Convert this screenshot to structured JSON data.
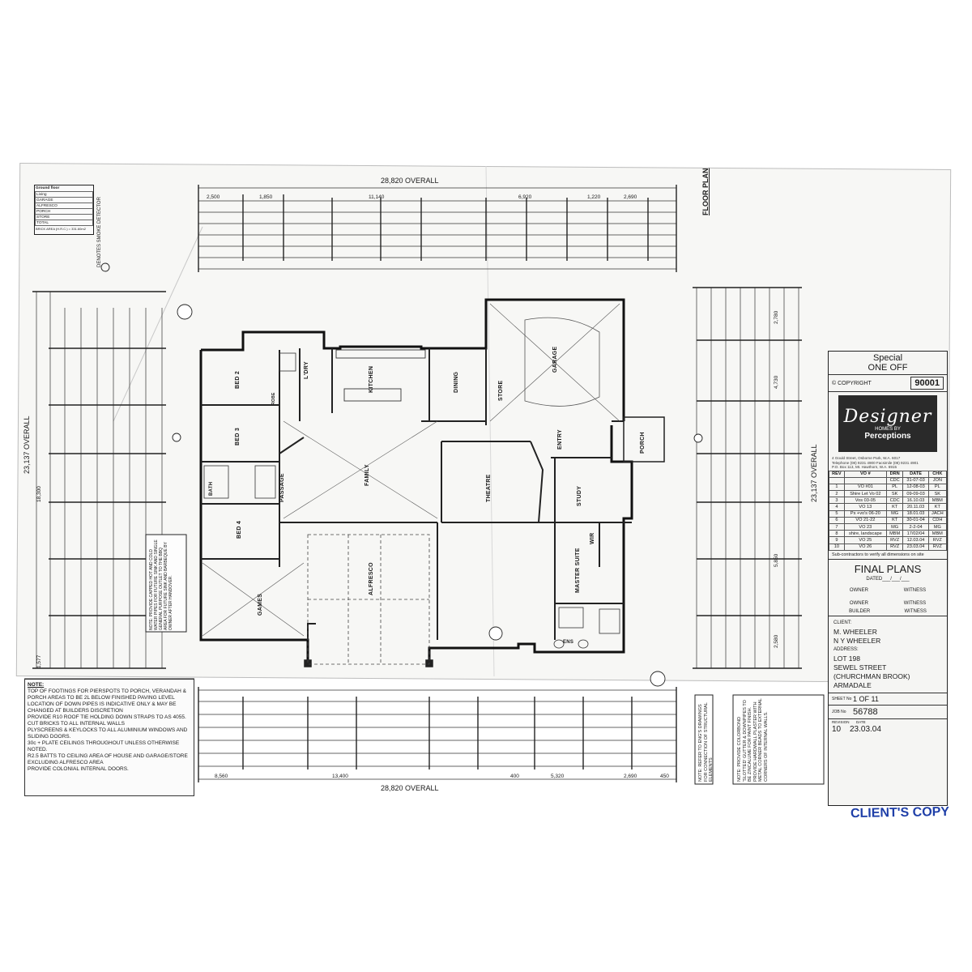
{
  "title_block": {
    "special": "Special",
    "one_off": "ONE OFF",
    "copyright": "© COPYRIGHT",
    "model_no": "90001",
    "logo_main": "Designer",
    "logo_sub": "HOMES BY",
    "logo_brand": "Perceptions",
    "address_lines": [
      "4 Gould Street, Osborne Park, W.A. 6017",
      "Telephone (08) 9231 4900 Facsimile (08) 9231 4901",
      "P.O. Box 113, Mt. Hawthorn, W.A. 6915"
    ],
    "revisions": [
      {
        "rev": "1",
        "vo": "VO #01",
        "drn": "PL",
        "date": "12-08-03",
        "chk": "PL"
      },
      {
        "rev": "2",
        "vo": "Shire Let Vo 02",
        "drn": "SK",
        "date": "09-09-03",
        "chk": "SK"
      },
      {
        "rev": "3",
        "vo": "Vos 03-05",
        "drn": "CDC",
        "date": "16.10.03",
        "chk": "MBM"
      },
      {
        "rev": "4",
        "vo": "VO 13",
        "drn": "KT",
        "date": "20.11.03",
        "chk": "KT"
      },
      {
        "rev": "5",
        "vo": "Ps +vo's 06-20",
        "drn": "MG",
        "date": "18.01.03",
        "chk": "JACH"
      },
      {
        "rev": "6",
        "vo": "VO 21-22",
        "drn": "KT",
        "date": "30-01-04",
        "chk": "CDH"
      },
      {
        "rev": "7",
        "vo": "VO 23",
        "drn": "MG",
        "date": "2-2-04",
        "chk": "MG"
      },
      {
        "rev": "8",
        "vo": "shire, landscape",
        "drn": "MBM",
        "date": "17/02/04",
        "chk": "MBM"
      },
      {
        "rev": "9",
        "vo": "VO 25",
        "drn": "RVZ",
        "date": "12.03.04",
        "chk": "RVZ"
      },
      {
        "rev": "10",
        "vo": "VO 26",
        "drn": "RVZ",
        "date": "23.03.04",
        "chk": "RVZ"
      }
    ],
    "rev_header": {
      "rev": "REV",
      "vo": "VO #",
      "drn": "DRN",
      "date": "DATE",
      "chk": "CHK"
    },
    "rev0": {
      "drn": "CDC",
      "date": "31-07-03",
      "chk": "JON"
    },
    "sub_note": "Sub-contractors to verify all dimensions on site",
    "final_plans": "FINAL PLANS",
    "dated": "DATED___/___/___",
    "owner": "OWNER",
    "witness": "WITNESS",
    "builder": "BUILDER",
    "client_label": "CLIENT:",
    "client_lines": [
      "M. WHEELER",
      "N Y WHEELER"
    ],
    "address_label": "ADDRESS:",
    "address": [
      "LOT 198",
      "SEWEL STREET",
      "(CHURCHMAN BROOK)",
      "ARMADALE"
    ],
    "sheet_label": "SHEET No",
    "sheet": "1 OF 11",
    "job_label": "JOB No",
    "job": "56788",
    "rev_label": "REVISION",
    "date_label": "DATE",
    "rev_no": "10",
    "rev_date": "23.03.04"
  },
  "stamp": "CLIENT'S COPY",
  "plan_title": "FLOOR PLAN",
  "rooms": {
    "bed2": "BED 2",
    "bed3": "BED 3",
    "bed4": "BED 4",
    "games": "GAMES",
    "passage": "PASSAGE",
    "ldry": "L'DRY",
    "kitchen": "KITCHEN",
    "dining": "DINING",
    "family": "FAMILY",
    "alfresco": "ALFRESCO",
    "theatre": "THEATRE",
    "store": "STORE",
    "garage": "GARAGE",
    "entry": "ENTRY",
    "porch": "PORCH",
    "study": "STUDY",
    "wir": "WIR",
    "master_suite": "MASTER SUITE",
    "bath": "BATH",
    "ens": "ENS",
    "robe": "ROBE"
  },
  "dims": {
    "overall_top": "28,820 OVERALL",
    "overall_bottom": "28,820 OVERALL",
    "overall_left": "23,137 OVERALL",
    "overall_right": "23,137 OVERALL",
    "top_a": "11,140",
    "top_b": "6,920",
    "top_c": "2,500",
    "top_d": "1,850",
    "top_e": "2,690",
    "top_f": "1,220",
    "bot_a": "8,560",
    "bot_b": "13,400",
    "bot_c": "5,320",
    "bot_d": "2,690",
    "bot_e": "400",
    "bot_f": "450",
    "left_a": "18,300",
    "left_b": "1,577",
    "right_a": "4,730",
    "right_b": "5,850",
    "right_c": "2,580",
    "right_d": "2,780"
  },
  "notes_left": {
    "heading": "NOTE:",
    "items": [
      "TOP OF FOOTINGS FOR PIERSPOTS TO PORCH, VERANDAH & PORCH AREAS TO BE 2L BELOW FINISHED PAVING LEVEL",
      "LOCATION OF DOWN PIPES IS INDICATIVE ONLY & MAY BE CHANGED AT BUILDERS DISCRETION",
      "PROVIDE R10 ROOF TIE HOLDING DOWN STRAPS TO AS 4055.",
      "CUT BRICKS TO ALL INTERNAL WALLS",
      "PLYSCREENS & KEYLOCKS TO ALL ALUMINIUM WINDOWS AND SLIDING DOORS.",
      "30c + PLATE CEILINGS THROUGHOUT UNLESS OTHERWISE NOTED.",
      "R2.5 BATTS TO CEILING AREA OF HOUSE AND GARAGE/STORE EXCLUDING ALFRESCO AREA",
      "PROVIDE COLONIAL INTERNAL DOORS."
    ]
  },
  "note_mid": "NOTE: REFER TO ENG'S DRAWINGS FOR CONNECTION OF STRUCTURAL ELEMENTS",
  "note_right": "NOTE: PROVIDE COLORBOND 'SLOTTED' GUTTER & DOWNPIPES TO BE ZINCALUME FOR PAINT FINISH. PROVIDE HARDWALL PLASTER WITH METAL CORNER BEADS TO EXTERNAL CORNERS OF INTERNAL WALLS.",
  "note_games": "NOTE: PROVIDE CAPPED HOT AND COLD WATER PIPES FOR FUTURE SINK AND SINGLE GENERAL PURPOSE OUTLET TO THE BBQ AREA FOR FUTURE SINK AND BARBEQUE BY OWNER AFTER HANDOVER.",
  "smoke_detector": "DENOTES SMOKE DETECTOR",
  "legend": {
    "title": "Ground floor",
    "rows": [
      "Living",
      "GARAGE",
      "ALFRESCO",
      "PORCH",
      "STORE",
      "TOTAL"
    ],
    "note": "BRICK AREA (H.R.C.) = 331.60m2"
  }
}
